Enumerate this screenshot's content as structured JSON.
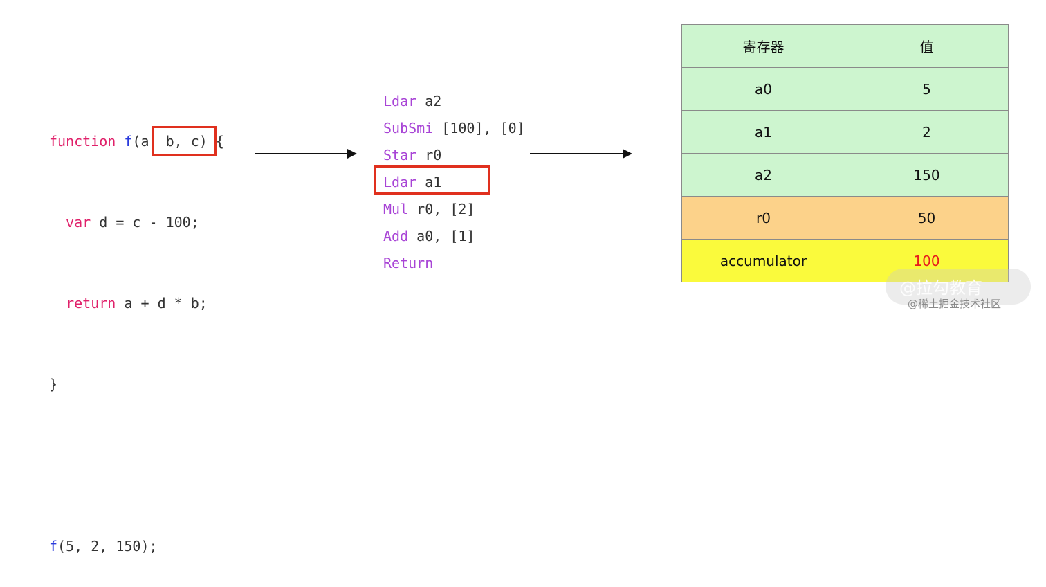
{
  "source_code": {
    "line1": {
      "kw": "function",
      "fn": "f",
      "rest": "(a, b, c) {"
    },
    "line2": {
      "indent": "  ",
      "kw": "var",
      "rest": " d = c - 100;"
    },
    "line3": {
      "indent": "  ",
      "kw": "return",
      "rest": " a + ",
      "highlight": "d * b;"
    },
    "line4": "}",
    "line6": {
      "fn": "f",
      "rest": "(5, 2, 150);"
    }
  },
  "bytecode": [
    {
      "op": "Ldar",
      "args": " a2"
    },
    {
      "op": "SubSmi",
      "args": " [100], [0]"
    },
    {
      "op": "Star",
      "args": " r0"
    },
    {
      "op": "Ldar",
      "args": " a1"
    },
    {
      "op": "Mul",
      "args": " r0, [2]"
    },
    {
      "op": "Add",
      "args": " a0, [1]"
    },
    {
      "op": "Return",
      "args": ""
    }
  ],
  "table": {
    "header": {
      "register": "寄存器",
      "value": "值"
    },
    "rows": [
      {
        "register": "a0",
        "value": "5"
      },
      {
        "register": "a1",
        "value": "2"
      },
      {
        "register": "a2",
        "value": "150"
      },
      {
        "register": "r0",
        "value": "50"
      },
      {
        "register": "accumulator",
        "value": "100"
      }
    ]
  },
  "colors": {
    "keyword": "#e0216a",
    "function_name": "#2a3bdc",
    "opcode": "#a844d6",
    "highlight_box": "#e0301e",
    "green_row": "#cdf5cf",
    "orange_row": "#fcd28a",
    "yellow_row": "#fafa3c",
    "accumulator_value": "#e81c1c"
  },
  "watermark": {
    "line1": "@拉勾教育",
    "line2": "@稀土掘金技术社区"
  }
}
